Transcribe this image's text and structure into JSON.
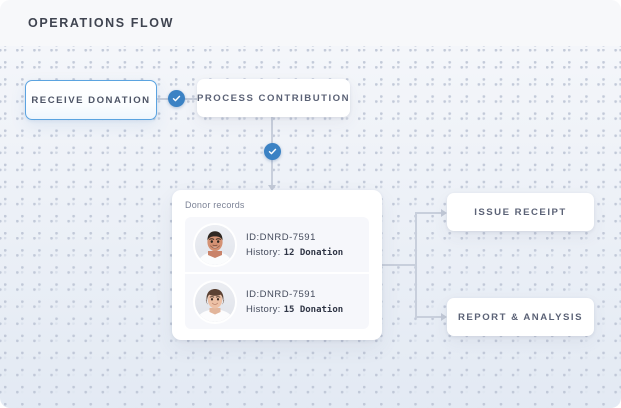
{
  "header": {
    "title": "OPERATIONS FLOW"
  },
  "nodes": {
    "receive": {
      "label": "RECEIVE DONATION"
    },
    "process": {
      "label": "PROCESS CONTRIBUTION"
    },
    "issue": {
      "label": "ISSUE RECEIPT"
    },
    "report": {
      "label": "REPORT & ANALYSIS"
    }
  },
  "donor_card": {
    "title": "Donor records",
    "records": [
      {
        "id": "ID:DNRD-7591",
        "history_label": "History:",
        "history_value": "12 Donation",
        "avatar": "avatar-man"
      },
      {
        "id": "ID:DNRD-7591",
        "history_label": "History:",
        "history_value": "15 Donation",
        "avatar": "avatar-woman"
      }
    ]
  },
  "badges": [
    {
      "name": "check-badge-1",
      "icon": "check-icon"
    },
    {
      "name": "check-badge-2",
      "icon": "check-icon"
    }
  ],
  "colors": {
    "accent_blue": "#3b82c4",
    "active_border": "#5ba3e0",
    "connector": "#c8cfdc",
    "canvas": "#f4f6fa",
    "node_text": "#5b6276"
  }
}
